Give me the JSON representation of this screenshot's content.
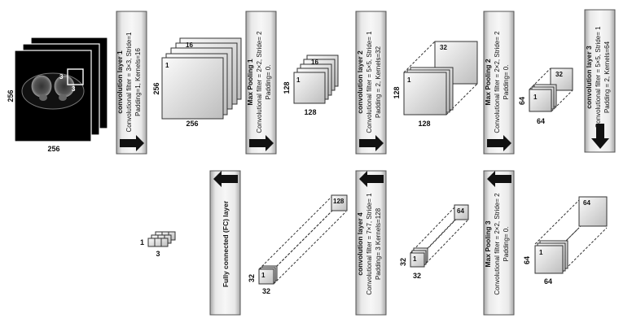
{
  "input": {
    "side_label": "256",
    "bottom_label": "256",
    "patch_label_top": "3",
    "patch_label_side": "3"
  },
  "panels": {
    "conv1": {
      "title": "convolution layer 1",
      "lines": [
        "Convolutional filter = 3×3, Stride=1",
        "Padding=1, Kernels=16"
      ]
    },
    "pool1": {
      "title": "Max Pooling 1",
      "lines": [
        "Convolutional filter = 2×2, Stride= 2",
        "Padding= 0."
      ]
    },
    "conv2": {
      "title": "convolution layer 2",
      "lines": [
        "Convolutional filter = 5×5, Stride= 1",
        "Padding = 2, Kernels=32"
      ]
    },
    "pool2": {
      "title": "Max Pooling 2",
      "lines": [
        "Convolutional filter = 2×2, Stride= 2",
        "Padding= 0."
      ]
    },
    "conv3": {
      "title": "convolution layer 3",
      "lines": [
        "Convolutional filter = 5×5, Stride= 1",
        "Padding = 2, Kernels=64"
      ]
    },
    "fc": {
      "title": "Fully connected (FC) layer",
      "lines": []
    },
    "conv4": {
      "title": "convolution layer 4",
      "lines": [
        "Convolutional filter = 7×7, Stride= 1",
        "Padding= 3 Kernels=128"
      ]
    },
    "pool3": {
      "title": "Max Pooling 3",
      "lines": [
        "Convolutional filter = 2×2, Stride= 2",
        "Padding= 0."
      ]
    }
  },
  "maps": {
    "map1": {
      "depth": "16",
      "front": "1",
      "side": "256",
      "bottom": "256"
    },
    "map2": {
      "depth": "16",
      "front": "1",
      "side": "128",
      "bottom": "128"
    },
    "map3": {
      "depth": "32",
      "front": "1",
      "side": "128",
      "bottom": "128"
    },
    "map4": {
      "depth": "32",
      "front": "1",
      "side": "64",
      "bottom": "64"
    },
    "map5": {
      "depth": "64",
      "front": "1",
      "side": "64",
      "bottom": "64"
    },
    "map6": {
      "depth": "64",
      "front": "1",
      "side": "32",
      "bottom": "32"
    },
    "map7": {
      "depth": "128",
      "front": "1",
      "side": "32",
      "bottom": "32"
    }
  },
  "output": {
    "side": "1",
    "bottom": "3"
  },
  "colors": {
    "panel_light": "#f6f6f6",
    "panel_dark": "#a8a8a8",
    "arrow": "#111111",
    "map_light": "#fafafa",
    "map_dark": "#b9b9b9"
  }
}
